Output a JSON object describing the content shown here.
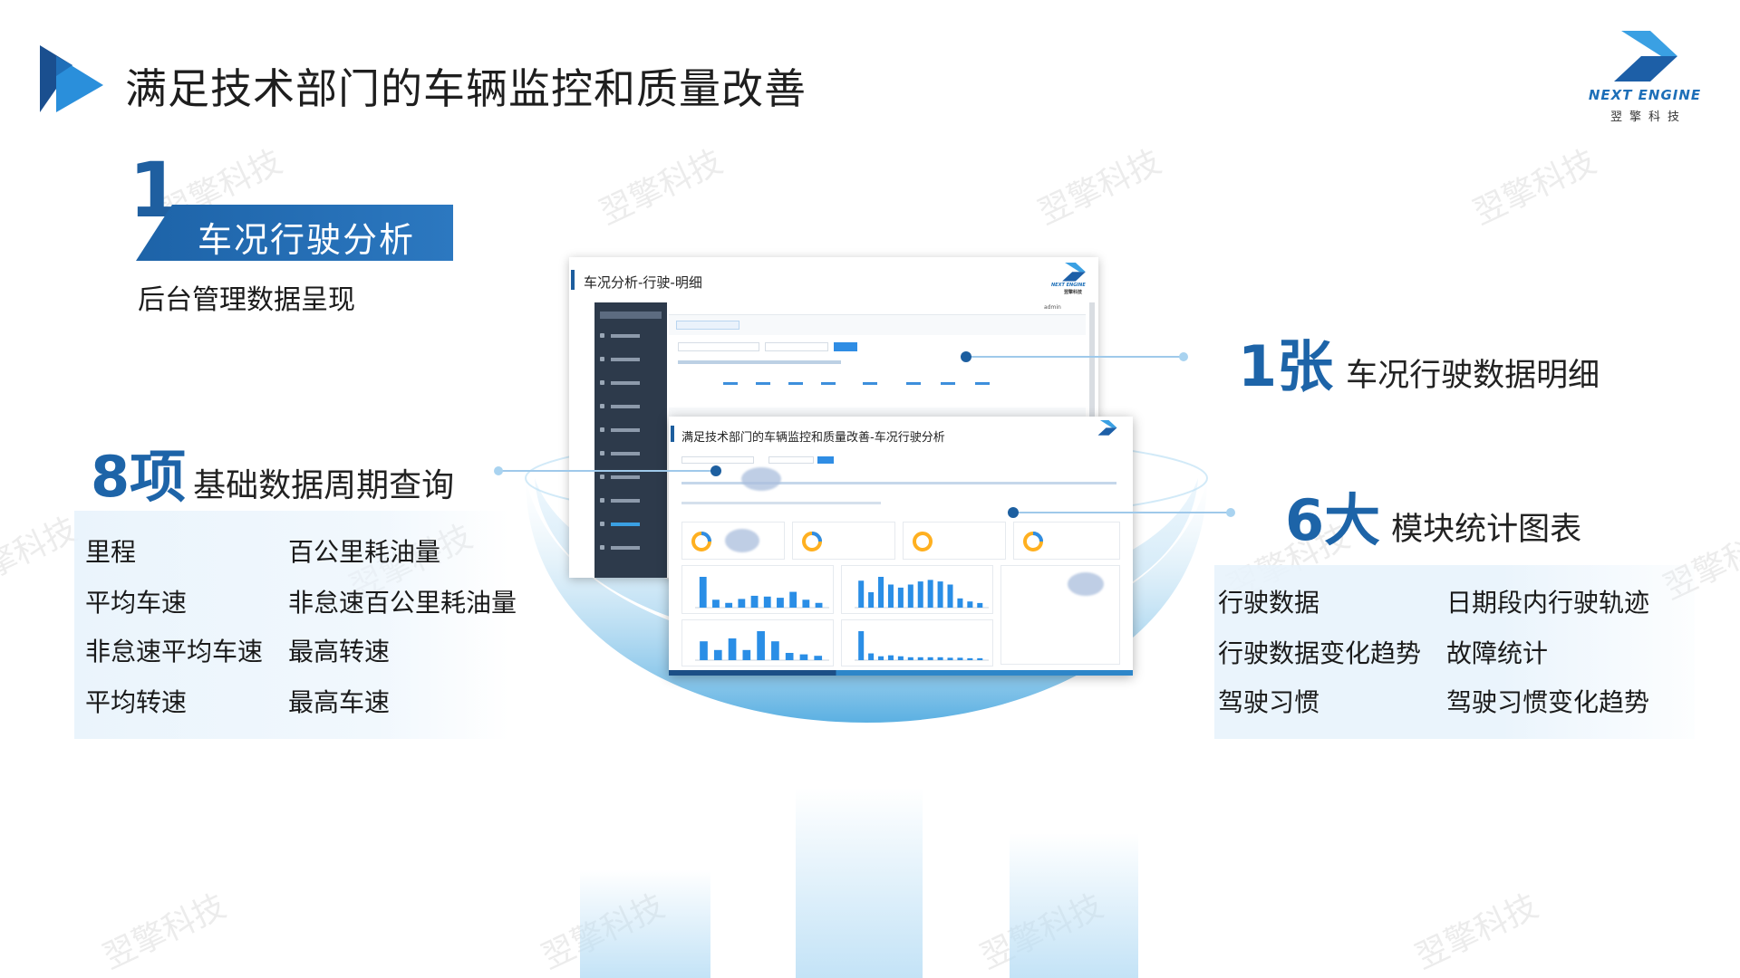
{
  "page": {
    "title": "满足技术部门的车辆监控和质量改善",
    "watermark_text": "翌擎科技"
  },
  "brand": {
    "name_en": "NEXT ENGINE",
    "name_cn": "翌擎科技"
  },
  "section": {
    "number": "1",
    "heading": "车况行驶分析",
    "subheading": "后台管理数据呈现"
  },
  "stats": {
    "basic_query": {
      "number": "8项",
      "label": "基础数据周期查询"
    },
    "detail": {
      "number": "1张",
      "label": "车况行驶数据明细"
    },
    "modules": {
      "number": "6大",
      "label": "模块统计图表"
    }
  },
  "basic_items": [
    "里程",
    "百公里耗油量",
    "平均车速",
    "非怠速百公里耗油量",
    "非怠速平均车速",
    "最高转速",
    "平均转速",
    "最高车速"
  ],
  "module_items": [
    "行驶数据",
    "日期段内行驶轨迹",
    "行驶数据变化趋势",
    "故障统计",
    "驾驶习惯",
    "驾驶习惯变化趋势"
  ],
  "screenshot_main": {
    "title": "车况分析-行驶-明细",
    "user": "admin"
  },
  "screenshot_secondary": {
    "title": "满足技术部门的车辆监控和质量改善-车况行驶分析"
  },
  "colors": {
    "accent": "#1d64a8",
    "banner": "#1f66ab",
    "light_blue": "#a8d4ef"
  },
  "chart_bars": {
    "c1": [
      78,
      20,
      12,
      22,
      30,
      28,
      25,
      40,
      20,
      12
    ],
    "c2": [
      35,
      20,
      40,
      30,
      26,
      30,
      34,
      36,
      34,
      30,
      12,
      8,
      6
    ],
    "c3": [
      26,
      14,
      30,
      14,
      40,
      26,
      10,
      8,
      6
    ],
    "c4": [
      60,
      14,
      8,
      10,
      8,
      6,
      6,
      6,
      6,
      5,
      5,
      4,
      4
    ]
  }
}
